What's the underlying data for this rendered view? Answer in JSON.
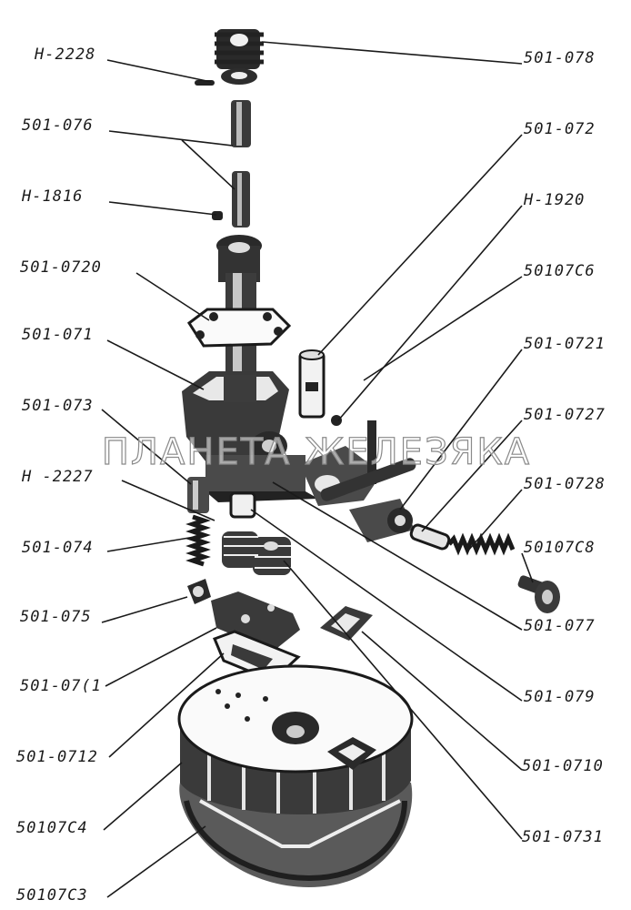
{
  "labels": {
    "l1": "H-2228",
    "l2": "501-076",
    "l3": "H-1816",
    "l4": "501-0720",
    "l5": "501-071",
    "l6": "501-073",
    "l7": "H -2227",
    "l8": "501-074",
    "l9": "501-075",
    "l10": "501-07(1",
    "l11": "501-0712",
    "l12": "50107C4",
    "l13": "50107C3",
    "r1": "501-078",
    "r2": "501-072",
    "r3": "H-1920",
    "r4": "50107C6",
    "r5": "501-0721",
    "r6": "501-0727",
    "r7": "501-0728",
    "r8": "50107C8",
    "r9": "501-077",
    "r10": "501-079",
    "r11": "501-0710",
    "r12": "501-0731"
  },
  "watermark": "ПЛАНЕТА ЖЕЛЕЗЯКА"
}
